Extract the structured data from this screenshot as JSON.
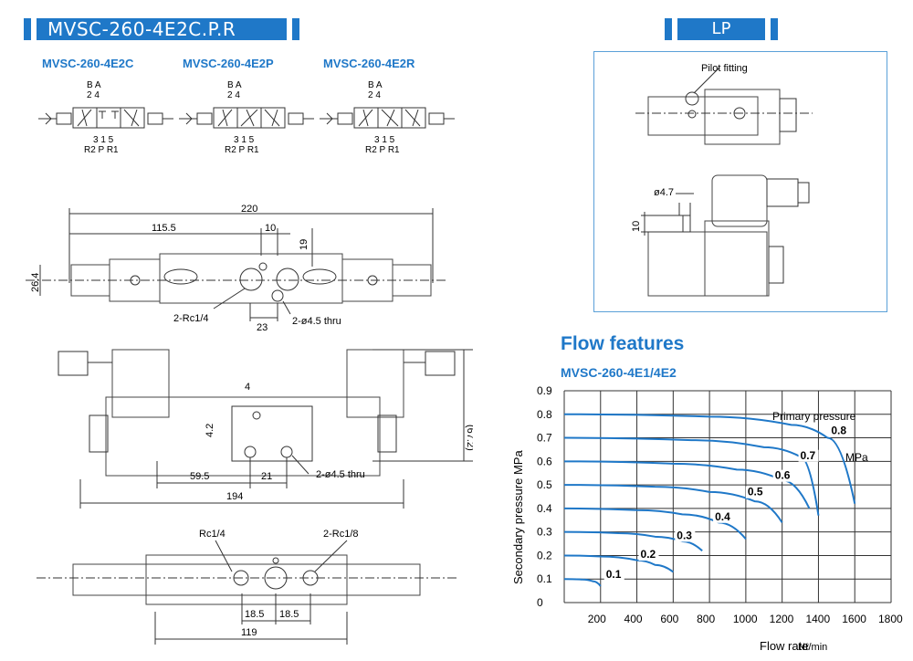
{
  "header": {
    "main_title": "MVSC-260-4E2C.P.R",
    "lp_title": "LP"
  },
  "symbols": [
    {
      "model": "MVSC-260-4E2C",
      "ports_top": "B A",
      "ports_top_nums": "2 4",
      "ports_bottom_nums": "3 1 5",
      "ports_bottom": "R2 P R1"
    },
    {
      "model": "MVSC-260-4E2P",
      "ports_top": "B A",
      "ports_top_nums": "2 4",
      "ports_bottom_nums": "3 1 5",
      "ports_bottom": "R2 P R1"
    },
    {
      "model": "MVSC-260-4E2R",
      "ports_top": "B A",
      "ports_top_nums": "2 4",
      "ports_bottom_nums": "3 1 5",
      "ports_bottom": "R2 P R1"
    }
  ],
  "top_view": {
    "dim_total": "220",
    "dim_left": "115.5",
    "dim_small": "10",
    "dim_19": "19",
    "dim_height": "26.4",
    "dim_23": "23",
    "port_label": "2-Rc1/4",
    "hole_label": "2-ø4.5 thru"
  },
  "side_view": {
    "dim_4": "4",
    "dim_42": "4.2",
    "dim_height": "(67.2)",
    "dim_595": "59.5",
    "dim_21": "21",
    "dim_total": "194",
    "hole_label": "2-ø4.5 thru"
  },
  "bottom_view": {
    "port_a": "Rc1/4",
    "port_b": "2-Rc1/8",
    "dim_a": "18.5",
    "dim_b": "18.5",
    "dim_total": "119"
  },
  "lp": {
    "pilot_fitting": "Pilot fitting",
    "dia": "ø4.7",
    "height": "10"
  },
  "flow": {
    "heading": "Flow features",
    "subheading": "MVSC-260-4E1/4E2"
  },
  "chart_data": {
    "type": "line",
    "title": "",
    "xlabel": "Flow rate",
    "xlabel_unit": "Nℓ/min",
    "ylabel": "Secondary pressure  MPa",
    "xlim": [
      0,
      1800
    ],
    "ylim": [
      0,
      0.9
    ],
    "xticks": [
      200,
      400,
      600,
      800,
      1000,
      1200,
      1400,
      1600,
      1800
    ],
    "yticks": [
      0,
      0.1,
      0.2,
      0.3,
      0.4,
      0.5,
      0.6,
      0.7,
      0.8,
      0.9
    ],
    "ytick_labels": [
      "0",
      "0.1",
      "0.2",
      "0.3",
      "0.4",
      "0.5",
      "0.6",
      "0.7",
      "0.8",
      "0.9"
    ],
    "grid": true,
    "annotation": "Primary pressure",
    "unit_label": "MPa",
    "series": [
      {
        "name": "0.1",
        "points": [
          [
            0,
            0.1
          ],
          [
            100,
            0.098
          ],
          [
            160,
            0.09
          ],
          [
            200,
            0.07
          ]
        ]
      },
      {
        "name": "0.2",
        "points": [
          [
            0,
            0.2
          ],
          [
            200,
            0.196
          ],
          [
            400,
            0.18
          ],
          [
            500,
            0.16
          ],
          [
            600,
            0.13
          ]
        ]
      },
      {
        "name": "0.3",
        "points": [
          [
            0,
            0.3
          ],
          [
            300,
            0.295
          ],
          [
            500,
            0.28
          ],
          [
            650,
            0.26
          ],
          [
            760,
            0.22
          ]
        ]
      },
      {
        "name": "0.4",
        "points": [
          [
            0,
            0.4
          ],
          [
            400,
            0.393
          ],
          [
            650,
            0.375
          ],
          [
            850,
            0.34
          ],
          [
            1000,
            0.27
          ]
        ]
      },
      {
        "name": "0.5",
        "points": [
          [
            0,
            0.5
          ],
          [
            500,
            0.492
          ],
          [
            800,
            0.47
          ],
          [
            1050,
            0.43
          ],
          [
            1200,
            0.34
          ]
        ]
      },
      {
        "name": "0.6",
        "points": [
          [
            0,
            0.6
          ],
          [
            600,
            0.59
          ],
          [
            950,
            0.565
          ],
          [
            1200,
            0.52
          ],
          [
            1350,
            0.4
          ]
        ]
      },
      {
        "name": "0.7",
        "points": [
          [
            0,
            0.7
          ],
          [
            700,
            0.69
          ],
          [
            1100,
            0.66
          ],
          [
            1300,
            0.62
          ],
          [
            1400,
            0.37
          ]
        ]
      },
      {
        "name": "0.8",
        "points": [
          [
            0,
            0.8
          ],
          [
            800,
            0.79
          ],
          [
            1250,
            0.755
          ],
          [
            1450,
            0.7
          ],
          [
            1600,
            0.42
          ]
        ]
      }
    ],
    "labels": [
      {
        "text": "0.1",
        "x": 230,
        "y": 0.105
      },
      {
        "text": "0.2",
        "x": 420,
        "y": 0.19
      },
      {
        "text": "0.3",
        "x": 620,
        "y": 0.27
      },
      {
        "text": "0.4",
        "x": 830,
        "y": 0.35
      },
      {
        "text": "0.5",
        "x": 1010,
        "y": 0.455
      },
      {
        "text": "0.6",
        "x": 1160,
        "y": 0.525
      },
      {
        "text": "0.7",
        "x": 1300,
        "y": 0.61
      },
      {
        "text": "0.8",
        "x": 1470,
        "y": 0.715
      }
    ]
  }
}
